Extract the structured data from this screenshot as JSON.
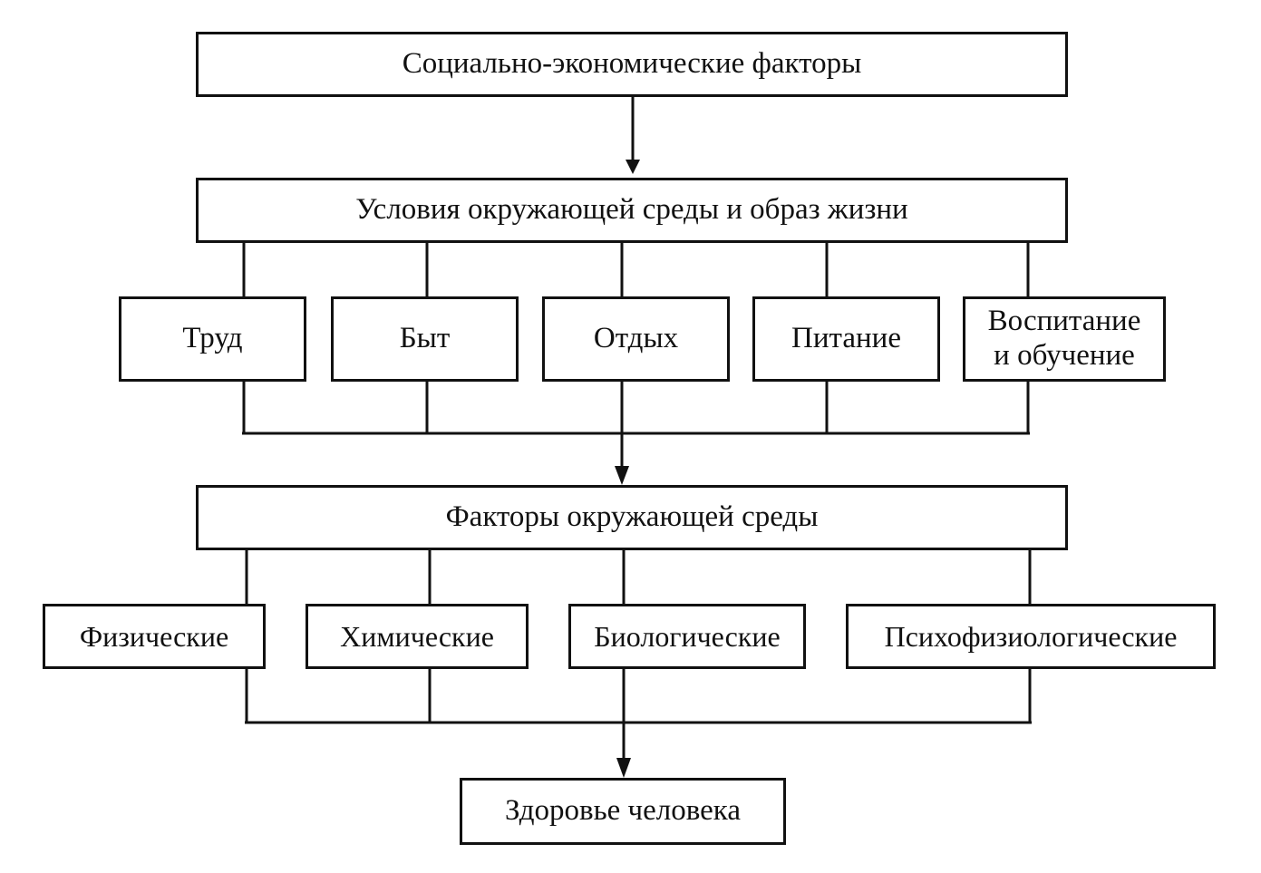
{
  "diagram": {
    "top": "Социально-экономические факторы",
    "conditions": "Условия окружающей среды и образ жизни",
    "lifestyle": [
      "Труд",
      "Быт",
      "Отдых",
      "Питание"
    ],
    "upbringing": [
      "Воспитание",
      "и обучение"
    ],
    "environment": "Факторы окружающей среды",
    "env_factors": [
      "Физические",
      "Химические",
      "Биологические",
      "Психофизиологические"
    ],
    "health": "Здоровье человека"
  }
}
